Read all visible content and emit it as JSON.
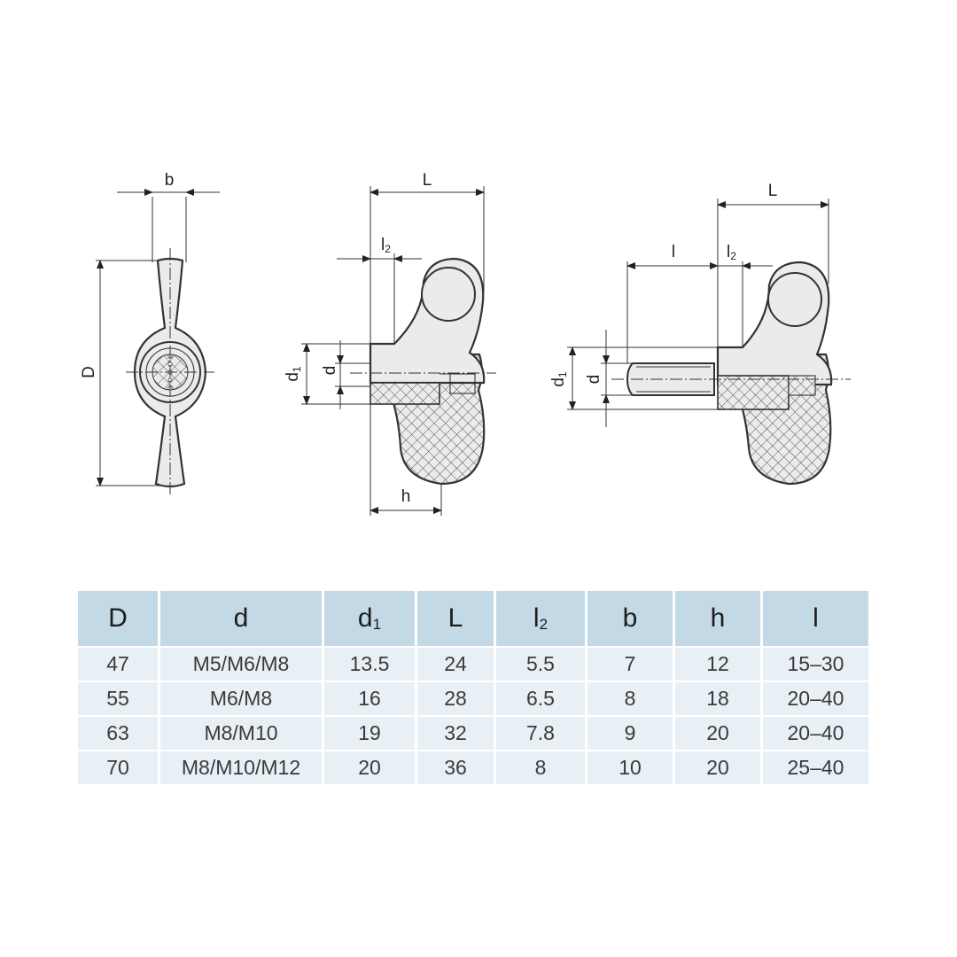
{
  "drawing": {
    "front_view": {
      "labels": {
        "b": "b",
        "D": "D"
      }
    },
    "side_view": {
      "labels": {
        "L": "L",
        "l2": "l",
        "l2_sub": "2",
        "d1": "d",
        "d1_sub": "1",
        "d": "d",
        "h": "h"
      }
    },
    "stud_view": {
      "labels": {
        "L": "L",
        "l": "l",
        "l2": "l",
        "l2_sub": "2",
        "d1": "d",
        "d1_sub": "1",
        "d": "d"
      }
    }
  },
  "table": {
    "headers": [
      {
        "text": "D",
        "sub": ""
      },
      {
        "text": "d",
        "sub": ""
      },
      {
        "text": "d",
        "sub": "1"
      },
      {
        "text": "L",
        "sub": ""
      },
      {
        "text": "l",
        "sub": "2"
      },
      {
        "text": "b",
        "sub": ""
      },
      {
        "text": "h",
        "sub": ""
      },
      {
        "text": "l",
        "sub": ""
      }
    ],
    "rows": [
      [
        "47",
        "M5/M6/M8",
        "13.5",
        "24",
        "5.5",
        "7",
        "12",
        "15–30"
      ],
      [
        "55",
        "M6/M8",
        "16",
        "28",
        "6.5",
        "8",
        "18",
        "20–40"
      ],
      [
        "63",
        "M8/M10",
        "19",
        "32",
        "7.8",
        "9",
        "20",
        "20–40"
      ],
      [
        "70",
        "M8/M10/M12",
        "20",
        "36",
        "8",
        "10",
        "20",
        "25–40"
      ]
    ]
  },
  "colors": {
    "header_bg": "#c3d9e5",
    "row_bg": "#e8f0f5",
    "part_fill": "#e9ebec"
  }
}
